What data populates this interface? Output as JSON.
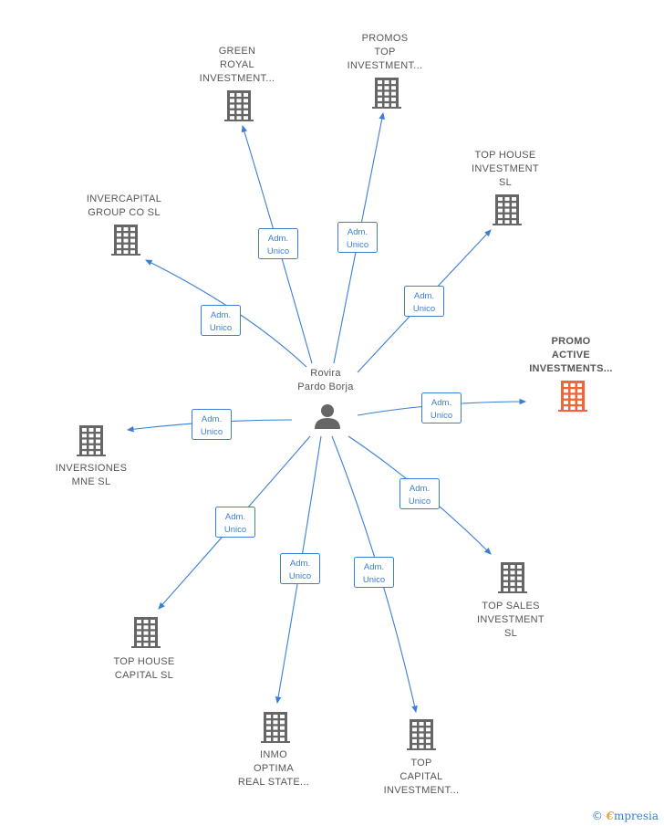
{
  "center": {
    "name_lines": [
      "Rovira",
      "Pardo Borja"
    ],
    "icon": "person-icon"
  },
  "edge_label_lines": [
    "Adm.",
    "Unico"
  ],
  "colors": {
    "edge": "#3a7fd5",
    "building": "#666666",
    "building_highlight": "#f06436",
    "text": "#555555"
  },
  "nodes": [
    {
      "id": "green-royal",
      "lines": [
        "GREEN",
        "ROYAL",
        "INVESTMENT..."
      ],
      "highlight": false,
      "icon": "building-icon"
    },
    {
      "id": "promos-top",
      "lines": [
        "PROMOS",
        "TOP",
        "INVESTMENT..."
      ],
      "highlight": false,
      "icon": "building-icon"
    },
    {
      "id": "top-house-investment",
      "lines": [
        "TOP HOUSE",
        "INVESTMENT",
        "SL"
      ],
      "highlight": false,
      "icon": "building-icon"
    },
    {
      "id": "invercapital",
      "lines": [
        "INVERCAPITAL",
        "GROUP CO  SL"
      ],
      "highlight": false,
      "icon": "building-icon"
    },
    {
      "id": "promo-active",
      "lines": [
        "PROMO",
        "ACTIVE",
        "INVESTMENTS..."
      ],
      "highlight": true,
      "icon": "building-icon"
    },
    {
      "id": "inversiones-mne",
      "lines": [
        "INVERSIONES",
        "MNE  SL"
      ],
      "highlight": false,
      "icon": "building-icon"
    },
    {
      "id": "top-sales",
      "lines": [
        "TOP SALES",
        "INVESTMENT",
        "SL"
      ],
      "highlight": false,
      "icon": "building-icon"
    },
    {
      "id": "top-house-capital",
      "lines": [
        "TOP HOUSE",
        "CAPITAL  SL"
      ],
      "highlight": false,
      "icon": "building-icon"
    },
    {
      "id": "inmo-optima",
      "lines": [
        "INMO",
        "OPTIMA",
        "REAL STATE..."
      ],
      "highlight": false,
      "icon": "building-icon"
    },
    {
      "id": "top-capital",
      "lines": [
        "TOP",
        "CAPITAL",
        "INVESTMENT..."
      ],
      "highlight": false,
      "icon": "building-icon"
    }
  ],
  "footer": {
    "copyright_symbol": "©",
    "brand_initial": "€",
    "brand_rest": "mpresia"
  }
}
